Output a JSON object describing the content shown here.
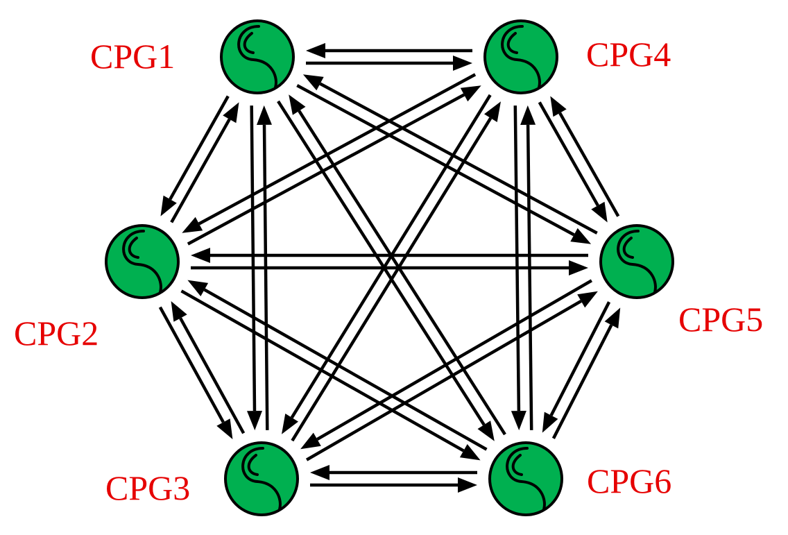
{
  "diagram": {
    "nodes": [
      {
        "id": "n1",
        "label": "CPG1"
      },
      {
        "id": "n2",
        "label": "CPG2"
      },
      {
        "id": "n3",
        "label": "CPG3"
      },
      {
        "id": "n4",
        "label": "CPG4"
      },
      {
        "id": "n5",
        "label": "CPG5"
      },
      {
        "id": "n6",
        "label": "CPG6"
      }
    ],
    "edges": [
      {
        "from": "n1",
        "to": "n2"
      },
      {
        "from": "n2",
        "to": "n1"
      },
      {
        "from": "n1",
        "to": "n3"
      },
      {
        "from": "n3",
        "to": "n1"
      },
      {
        "from": "n1",
        "to": "n4"
      },
      {
        "from": "n4",
        "to": "n1"
      },
      {
        "from": "n1",
        "to": "n5"
      },
      {
        "from": "n5",
        "to": "n1"
      },
      {
        "from": "n1",
        "to": "n6"
      },
      {
        "from": "n6",
        "to": "n1"
      },
      {
        "from": "n2",
        "to": "n3"
      },
      {
        "from": "n3",
        "to": "n2"
      },
      {
        "from": "n2",
        "to": "n4"
      },
      {
        "from": "n4",
        "to": "n2"
      },
      {
        "from": "n2",
        "to": "n5"
      },
      {
        "from": "n5",
        "to": "n2"
      },
      {
        "from": "n2",
        "to": "n6"
      },
      {
        "from": "n6",
        "to": "n2"
      },
      {
        "from": "n3",
        "to": "n4"
      },
      {
        "from": "n4",
        "to": "n3"
      },
      {
        "from": "n3",
        "to": "n5"
      },
      {
        "from": "n5",
        "to": "n3"
      },
      {
        "from": "n3",
        "to": "n6"
      },
      {
        "from": "n6",
        "to": "n3"
      },
      {
        "from": "n4",
        "to": "n5"
      },
      {
        "from": "n5",
        "to": "n4"
      },
      {
        "from": "n4",
        "to": "n6"
      },
      {
        "from": "n6",
        "to": "n4"
      },
      {
        "from": "n5",
        "to": "n6"
      },
      {
        "from": "n6",
        "to": "n5"
      }
    ]
  },
  "colors": {
    "node_fill": "#00b050",
    "node_stroke": "#000000",
    "label": "#e60000",
    "edge": "#000000"
  },
  "icons": {
    "node_symbol": "yin-yang-s-curve-icon"
  }
}
